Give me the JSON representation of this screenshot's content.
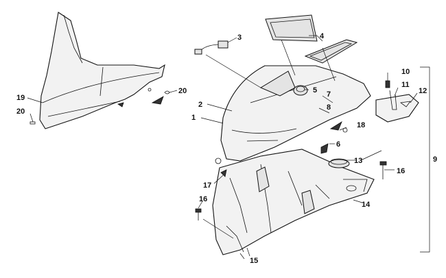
{
  "callouts": [
    {
      "n": "1"
    },
    {
      "n": "2"
    },
    {
      "n": "3"
    },
    {
      "n": "4"
    },
    {
      "n": "5"
    },
    {
      "n": "6"
    },
    {
      "n": "7"
    },
    {
      "n": "8"
    },
    {
      "n": "9"
    },
    {
      "n": "10"
    },
    {
      "n": "11"
    },
    {
      "n": "12"
    },
    {
      "n": "13"
    },
    {
      "n": "14"
    },
    {
      "n": "15"
    },
    {
      "n": "16a"
    },
    {
      "n": "16b"
    },
    {
      "n": "17"
    },
    {
      "n": "18"
    },
    {
      "n": "19"
    },
    {
      "n": "20a"
    },
    {
      "n": "20b"
    }
  ],
  "labels": {
    "c1": "1",
    "c2": "2",
    "c3": "3",
    "c4": "4",
    "c5": "5",
    "c6": "6",
    "c7": "7",
    "c8": "8",
    "c9": "9",
    "c10": "10",
    "c11": "11",
    "c12": "12",
    "c13": "13",
    "c14": "14",
    "c15": "15",
    "c16a": "16",
    "c16b": "16",
    "c17": "17",
    "c18": "18",
    "c19": "19",
    "c20a": "20",
    "c20b": "20"
  }
}
